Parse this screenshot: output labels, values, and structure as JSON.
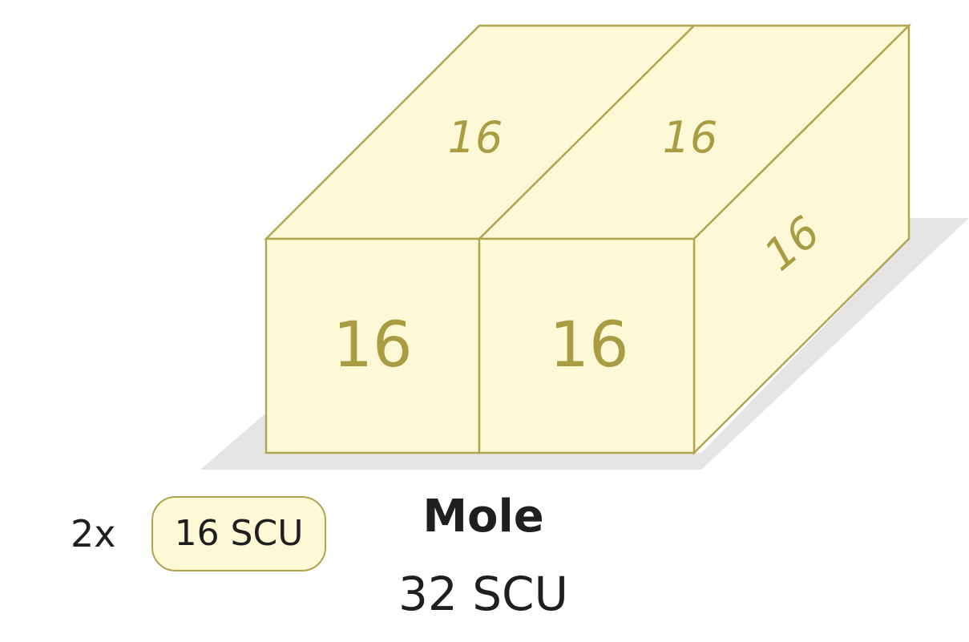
{
  "ship": {
    "name": "Mole",
    "total_capacity": "32 SCU"
  },
  "container_summary": {
    "count": "2x",
    "unit": "16 SCU"
  },
  "grid": {
    "front": [
      "16",
      "16"
    ],
    "top": [
      "16",
      "16"
    ],
    "side": [
      "16"
    ]
  },
  "colors": {
    "box_fill": "#fdf8d6",
    "box_stroke": "#b0a44e",
    "label": "#aa9c43",
    "shadow": "#e6e4e5",
    "text": "#1f1f1f"
  }
}
